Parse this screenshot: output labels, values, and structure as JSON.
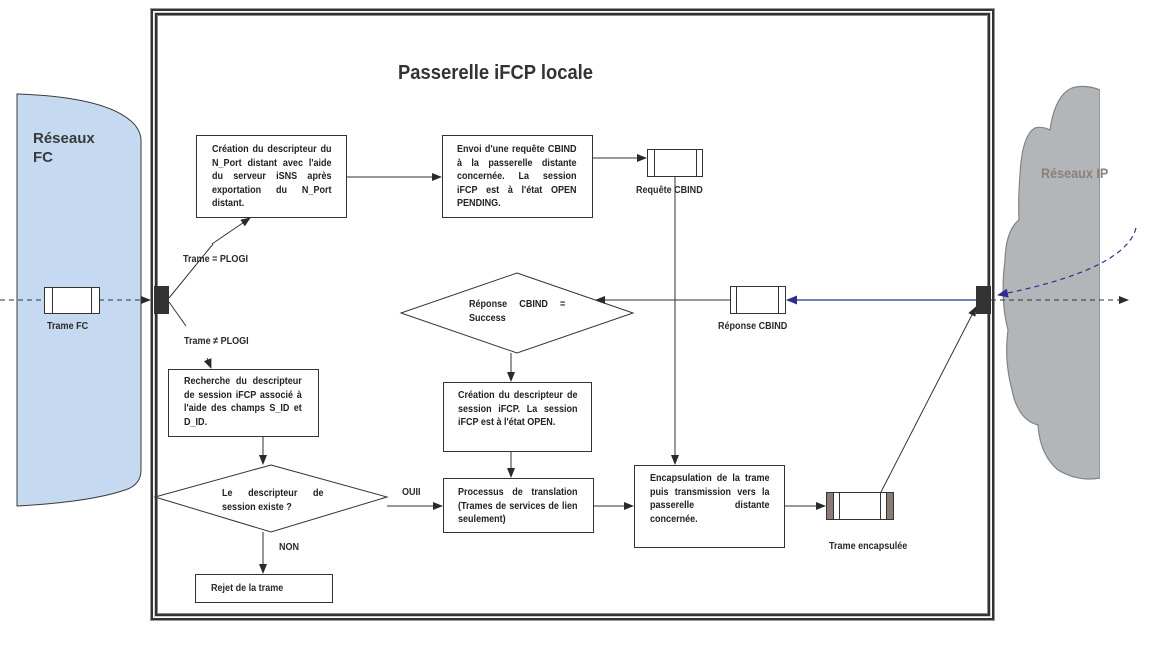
{
  "title": "Passerelle iFCP locale",
  "networks": {
    "fc": "Réseaux\nFC",
    "fc_line1": "Réseaux",
    "fc_line2": "FC",
    "ip": "Réseaux IP"
  },
  "colors": {
    "fc_network_fill": "#c5daf0",
    "ip_cloud_fill": "#b3b6b9",
    "response_arrow": "#2b2f8f",
    "frame_border": "#333333",
    "encapsulated_frame_accent": "#8a7b75"
  },
  "frames": {
    "fc": "Trame FC",
    "cbind_request": "Requête CBIND",
    "cbind_response": "Réponse CBIND",
    "encapsulated": "Trame encapsulée"
  },
  "conditions": {
    "plogi": "Trame = PLOGI",
    "not_plogi": "Trame ≠ PLOGI",
    "yes": "OUII",
    "no": "NON"
  },
  "boxes": {
    "create_nport_descriptor": "Création du descripteur du N_Port distant avec l'aide du serveur iSNS après exportation du N_Port distant.",
    "send_cbind": "Envoi d'une requête CBIND à la passerelle distante concernée. La session iFCP est à l'état OPEN PENDING.",
    "search_session": "Recherche du descripteur de session iFCP associé à l'aide des champs S_ID et D_ID.",
    "create_session": "Création du descripteur de session iFCP. La session iFCP est à l'état OPEN.",
    "translation": "Processus de translation (Trames de services de lien seulement)",
    "encapsulation": "Encapsulation de la trame puis transmission vers la passerelle distante concernée.",
    "reject": "Rejet de la trame"
  },
  "decisions": {
    "cbind_success": "Réponse CBIND = Success",
    "session_exists": "Le descripteur de session existe ?"
  }
}
